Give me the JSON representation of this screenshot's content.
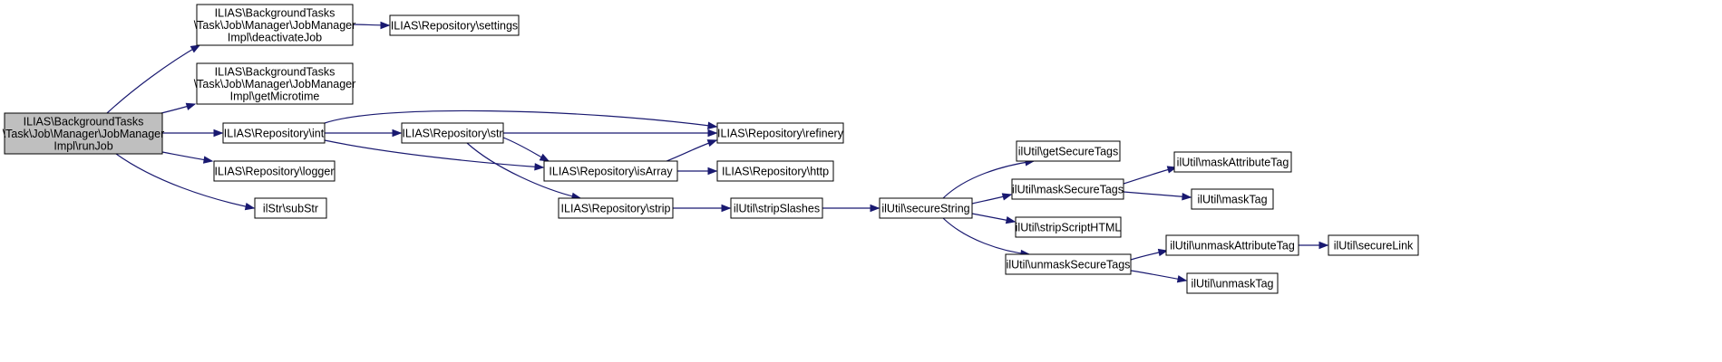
{
  "colors": {
    "node_fill": "#ffffff",
    "highlight_fill": "#bfbfbf",
    "edge": "#191970",
    "border": "#000000"
  },
  "nodes": [
    {
      "id": "runJob",
      "lines": [
        "ILIAS\\BackgroundTasks",
        "\\Task\\Job\\Manager\\JobManager",
        "Impl\\runJob"
      ],
      "highlight": true
    },
    {
      "id": "deactivateJob",
      "lines": [
        "ILIAS\\BackgroundTasks",
        "\\Task\\Job\\Manager\\JobManager",
        "Impl\\deactivateJob"
      ]
    },
    {
      "id": "getMicrotime",
      "lines": [
        "ILIAS\\BackgroundTasks",
        "\\Task\\Job\\Manager\\JobManager",
        "Impl\\getMicrotime"
      ]
    },
    {
      "id": "settings",
      "lines": [
        "ILIAS\\Repository\\settings"
      ]
    },
    {
      "id": "int",
      "lines": [
        "ILIAS\\Repository\\int"
      ]
    },
    {
      "id": "logger",
      "lines": [
        "ILIAS\\Repository\\logger"
      ]
    },
    {
      "id": "subStr",
      "lines": [
        "ilStr\\subStr"
      ]
    },
    {
      "id": "str",
      "lines": [
        "ILIAS\\Repository\\str"
      ]
    },
    {
      "id": "isArray",
      "lines": [
        "ILIAS\\Repository\\isArray"
      ]
    },
    {
      "id": "strip",
      "lines": [
        "ILIAS\\Repository\\strip"
      ]
    },
    {
      "id": "refinery",
      "lines": [
        "ILIAS\\Repository\\refinery"
      ]
    },
    {
      "id": "http",
      "lines": [
        "ILIAS\\Repository\\http"
      ]
    },
    {
      "id": "stripSlashes",
      "lines": [
        "ilUtil\\stripSlashes"
      ]
    },
    {
      "id": "secureString",
      "lines": [
        "ilUtil\\secureString"
      ]
    },
    {
      "id": "getSecureTags",
      "lines": [
        "ilUtil\\getSecureTags"
      ]
    },
    {
      "id": "maskSecureTags",
      "lines": [
        "ilUtil\\maskSecureTags"
      ]
    },
    {
      "id": "stripScriptHTML",
      "lines": [
        "ilUtil\\stripScriptHTML"
      ]
    },
    {
      "id": "unmaskSecureTags",
      "lines": [
        "ilUtil\\unmaskSecureTags"
      ]
    },
    {
      "id": "maskAttributeTag",
      "lines": [
        "ilUtil\\maskAttributeTag"
      ]
    },
    {
      "id": "maskTag",
      "lines": [
        "ilUtil\\maskTag"
      ]
    },
    {
      "id": "unmaskAttributeTag",
      "lines": [
        "ilUtil\\unmaskAttributeTag"
      ]
    },
    {
      "id": "unmaskTag",
      "lines": [
        "ilUtil\\unmaskTag"
      ]
    },
    {
      "id": "secureLink",
      "lines": [
        "ilUtil\\secureLink"
      ]
    }
  ],
  "edges": [
    [
      "runJob",
      "deactivateJob"
    ],
    [
      "runJob",
      "getMicrotime"
    ],
    [
      "runJob",
      "int"
    ],
    [
      "runJob",
      "logger"
    ],
    [
      "runJob",
      "subStr"
    ],
    [
      "deactivateJob",
      "settings"
    ],
    [
      "int",
      "str"
    ],
    [
      "int",
      "refinery"
    ],
    [
      "int",
      "isArray"
    ],
    [
      "str",
      "refinery"
    ],
    [
      "str",
      "isArray"
    ],
    [
      "str",
      "strip"
    ],
    [
      "isArray",
      "refinery"
    ],
    [
      "isArray",
      "http"
    ],
    [
      "strip",
      "stripSlashes"
    ],
    [
      "stripSlashes",
      "secureString"
    ],
    [
      "secureString",
      "getSecureTags"
    ],
    [
      "secureString",
      "maskSecureTags"
    ],
    [
      "secureString",
      "stripScriptHTML"
    ],
    [
      "secureString",
      "unmaskSecureTags"
    ],
    [
      "maskSecureTags",
      "maskAttributeTag"
    ],
    [
      "maskSecureTags",
      "maskTag"
    ],
    [
      "unmaskSecureTags",
      "unmaskAttributeTag"
    ],
    [
      "unmaskSecureTags",
      "unmaskTag"
    ],
    [
      "unmaskAttributeTag",
      "secureLink"
    ]
  ]
}
